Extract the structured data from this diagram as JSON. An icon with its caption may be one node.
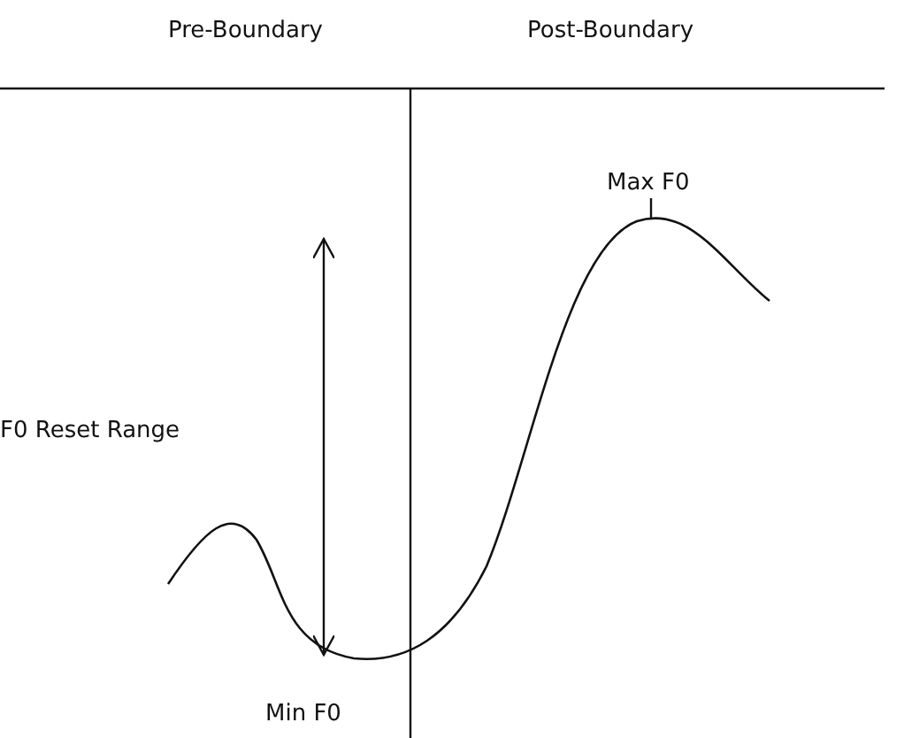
{
  "diagram": {
    "labels": [
      "Pre-Boundary",
      "Post-Boundary",
      "Max F0",
      "F0 Reset Range",
      "Min F0"
    ]
  }
}
